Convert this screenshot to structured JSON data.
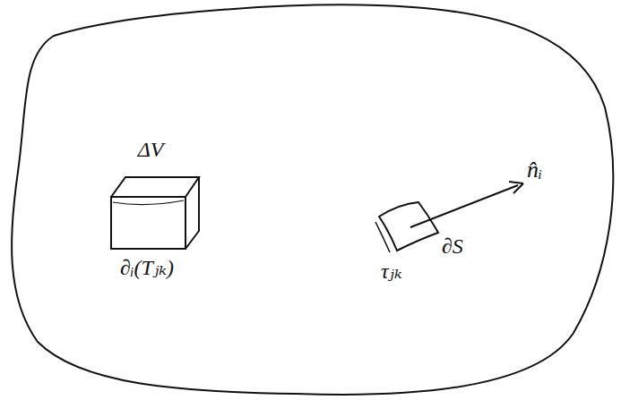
{
  "diagram": {
    "nodes": [
      {
        "text": [
          "ΔV",
          "∂ᵢ(Tⱼₖ)"
        ]
      },
      {
        "text": [
          "∂S",
          "τⱼₖ"
        ]
      }
    ],
    "labels": [
      "n̂ᵢ"
    ]
  }
}
